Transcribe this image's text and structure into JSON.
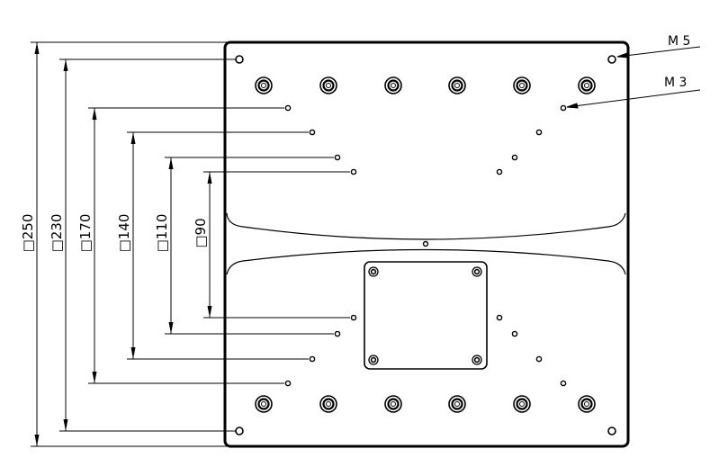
{
  "dimensions": [
    {
      "label": "□250"
    },
    {
      "label": "□230"
    },
    {
      "label": "□170"
    },
    {
      "label": "□140"
    },
    {
      "label": "□110"
    },
    {
      "label": "□90"
    }
  ],
  "callouts": [
    {
      "label": "M 5"
    },
    {
      "label": "M 3"
    }
  ],
  "colors": {
    "line": "#000000",
    "background": "#ffffff"
  }
}
